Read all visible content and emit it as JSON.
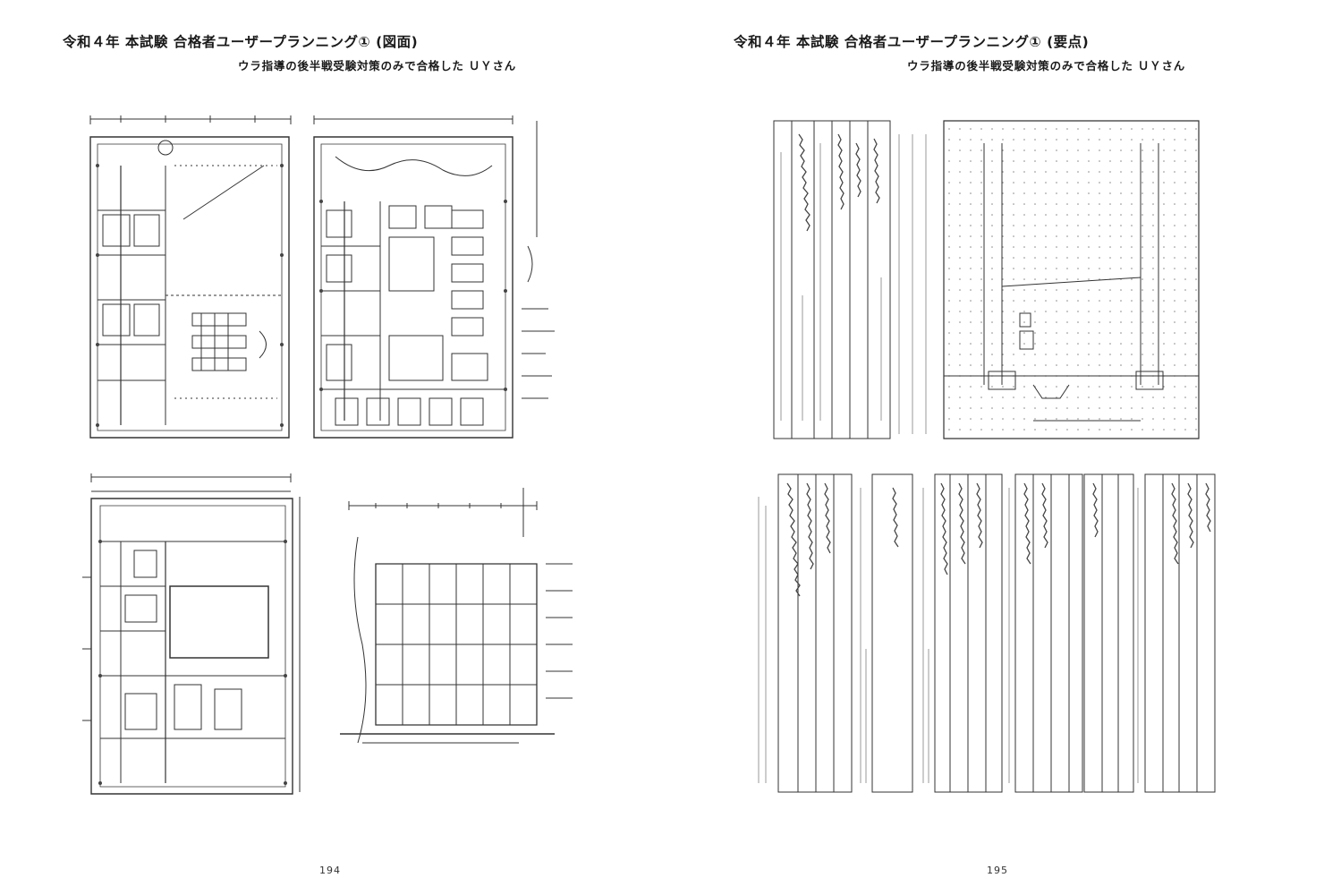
{
  "left_page": {
    "title": "令和４年 本試験 合格者ユーザープランニング① (図面)",
    "subtitle": "ウラ指導の後半戦受験対策のみで合格した ＵＹさん",
    "page_number": "194"
  },
  "right_page": {
    "title": "令和４年 本試験 合格者ユーザープランニング① (要点)",
    "subtitle": "ウラ指導の後半戦受験対策のみで合格した ＵＹさん",
    "page_number": "195"
  }
}
